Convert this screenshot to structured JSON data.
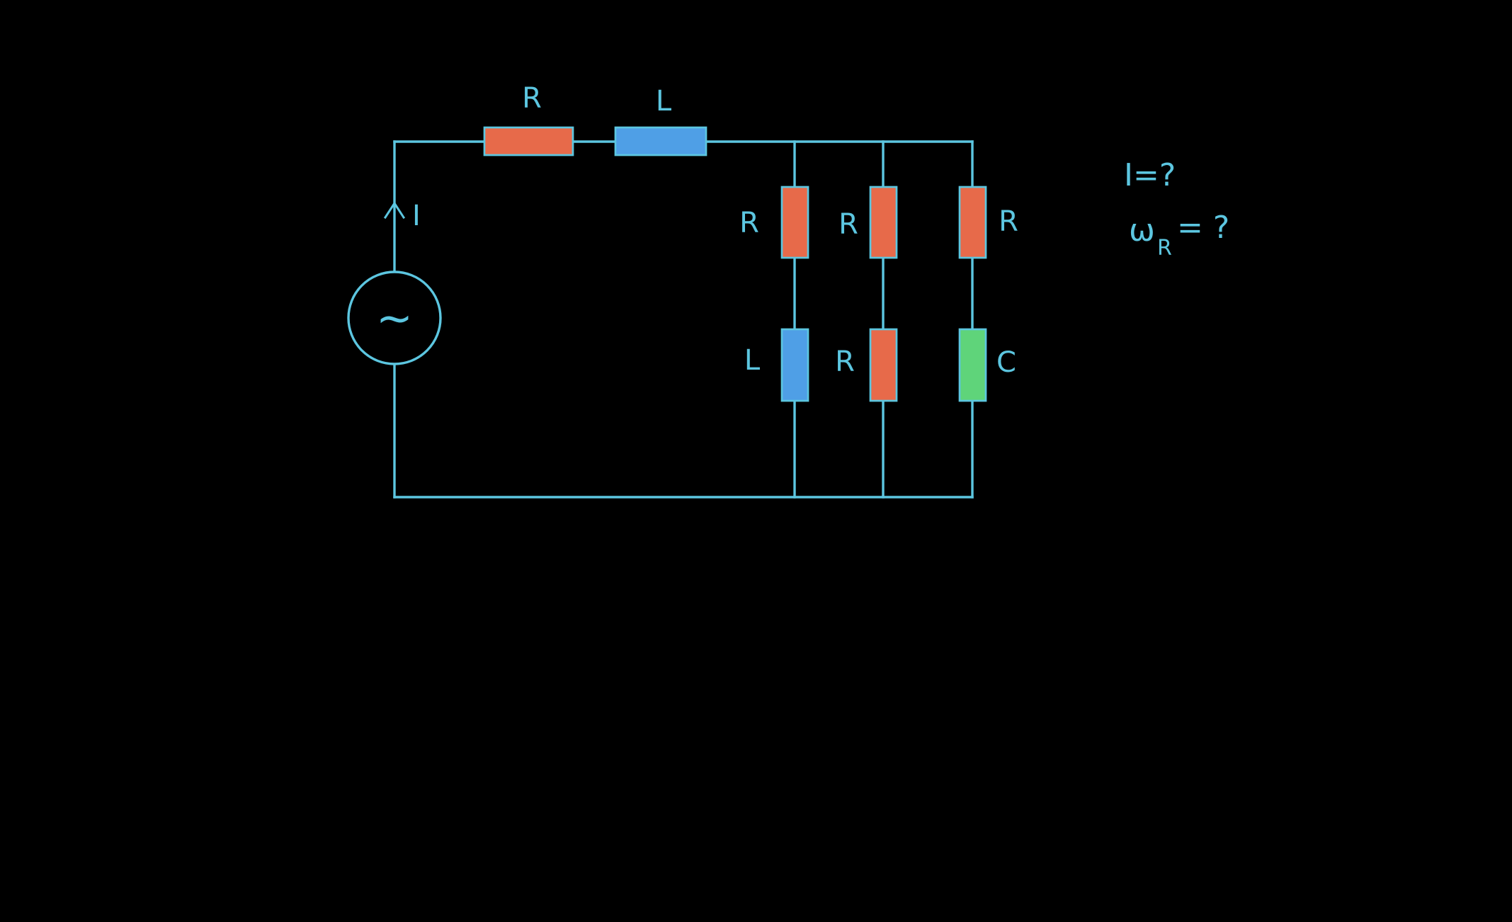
{
  "colors": {
    "background": "#000000",
    "wire": "#5cc6e0",
    "resistor": "#e76a4a",
    "inductor": "#4f9fe6",
    "capacitor": "#5fd47a"
  },
  "labels": {
    "series_resistor": "R",
    "series_inductor": "L",
    "current": "I",
    "source_symbol": "~",
    "branch1_top": "R",
    "branch1_bottom": "L",
    "branch2_top": "R",
    "branch2_bottom": "R",
    "branch3_top": "R",
    "branch3_bottom": "C"
  },
  "questions": {
    "q1": "I=?",
    "q2_main": "ω",
    "q2_sub": "R",
    "q2_rest": "= ?"
  }
}
